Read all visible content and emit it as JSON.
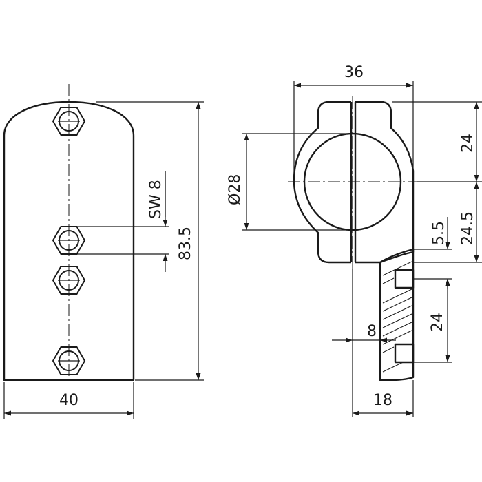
{
  "front_view": {
    "width_dim": "40",
    "height_dim": "83.5",
    "wrench_dim": "SW 8"
  },
  "side_view": {
    "width_dim": "36",
    "bore_dim": "Ø28",
    "upper_height_dim": "24",
    "lower_height_dim": "24.5",
    "offset_dim": "5.5",
    "slot_height_dim": "24",
    "slot_width_dim": "8",
    "base_width_dim": "18"
  }
}
